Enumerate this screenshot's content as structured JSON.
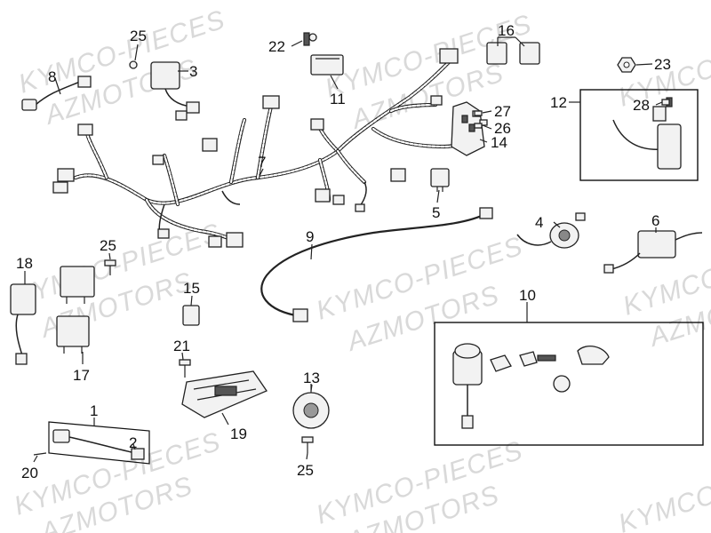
{
  "watermarks": [
    {
      "text": "KYMCO-PIECES"
    },
    {
      "text": "AZMOTORS"
    }
  ],
  "callouts": [
    "1",
    "2",
    "3",
    "4",
    "5",
    "6",
    "7",
    "8",
    "9",
    "10",
    "11",
    "12",
    "13",
    "14",
    "15",
    "16",
    "17",
    "18",
    "19",
    "20",
    "21",
    "22",
    "23",
    "25",
    "26",
    "27",
    "28"
  ],
  "parts": {
    "p1": "1",
    "p2": "2",
    "p3": "3",
    "p4": "4",
    "p5": "5",
    "p6": "6",
    "p7": "7",
    "p8": "8",
    "p9": "9",
    "p10": "10",
    "p11": "11",
    "p12": "12",
    "p13": "13",
    "p14": "14",
    "p15": "15",
    "p16": "16",
    "p17": "17",
    "p18": "18",
    "p19": "19",
    "p20": "20",
    "p21": "21",
    "p22": "22",
    "p23": "23",
    "p25a": "25",
    "p25b": "25",
    "p25c": "25",
    "p26": "26",
    "p27": "27",
    "p28": "28"
  }
}
